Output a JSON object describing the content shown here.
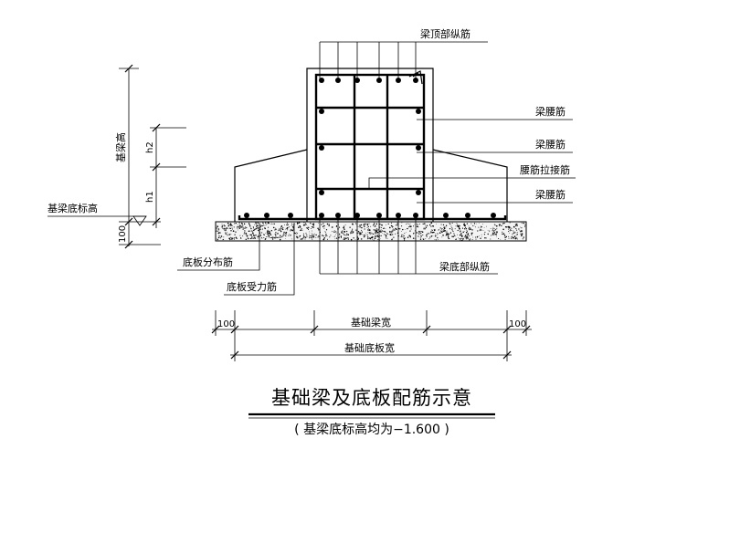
{
  "labels": {
    "beam_top_long_bar": "梁顶部纵筋",
    "waist_bar_1": "梁腰筋",
    "waist_bar_2": "梁腰筋",
    "waist_tie_bar": "腰筋拉接筋",
    "waist_bar_3": "梁腰筋",
    "beam_bottom_long_bar": "梁底部纵筋",
    "slab_distribution_bar": "底板分布筋",
    "slab_main_bar": "底板受力筋",
    "beam_bottom_elevation": "基梁底标高",
    "beam_height": "基梁高",
    "h1": "h1",
    "h2": "h2"
  },
  "dimensions": {
    "left_offset": "100",
    "right_offset": "100",
    "bottom_cover": "100",
    "beam_width": "基础梁宽",
    "slab_width": "基础底板宽"
  },
  "title": {
    "main": "基础梁及底板配筋示意",
    "sub": "( 基梁底标高均为−1.600 )"
  }
}
